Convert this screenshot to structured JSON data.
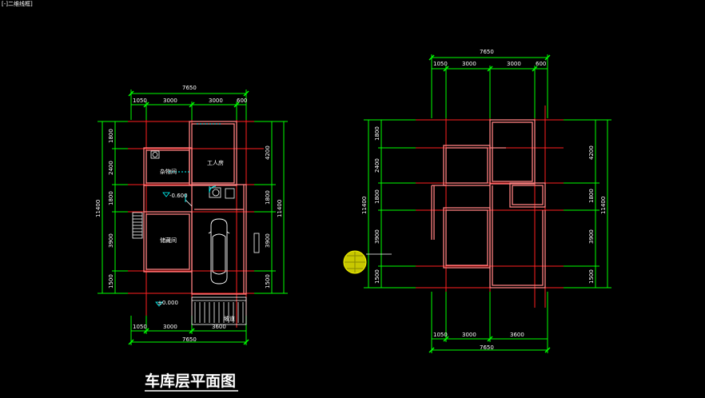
{
  "viewport_label": "[-]二维线框]",
  "left_plan": {
    "top_total": "7650",
    "top_segments": [
      "1050",
      "3000",
      "3000",
      "600"
    ],
    "bottom_segments": [
      "1050",
      "3000",
      "3600"
    ],
    "bottom_total": "7650",
    "left_segments": [
      "1800",
      "2400",
      "1800",
      "3900",
      "1500"
    ],
    "left_total": "11400",
    "right_segments": [
      "4200",
      "1800",
      "3900",
      "1500"
    ],
    "right_total": "11400",
    "rooms": {
      "storage": "杂物间",
      "worker": "工人房",
      "cellar": "储藏间",
      "porch": "坡道"
    },
    "levels": {
      "inner": "-0.600",
      "ground": "±0.000"
    }
  },
  "right_plan": {
    "top_total": "7650",
    "top_segments": [
      "1050",
      "3000",
      "3000",
      "600"
    ],
    "bottom_segments": [
      "1050",
      "3000",
      "3600"
    ],
    "bottom_total": "7650",
    "left_segments": [
      "1800",
      "2400",
      "1800",
      "3900",
      "1500"
    ],
    "left_total": "11400",
    "right_segments": [
      "4200",
      "1800",
      "3900",
      "1500"
    ],
    "right_total": "11400"
  },
  "title": "车库层平面图",
  "colors": {
    "background": "#000000",
    "dimension": "#00ff00",
    "axis": "#ff2020",
    "wall": "#ff8080",
    "fixture": "#ffffff",
    "door": "#00ffff",
    "marker": "#d6d600"
  }
}
